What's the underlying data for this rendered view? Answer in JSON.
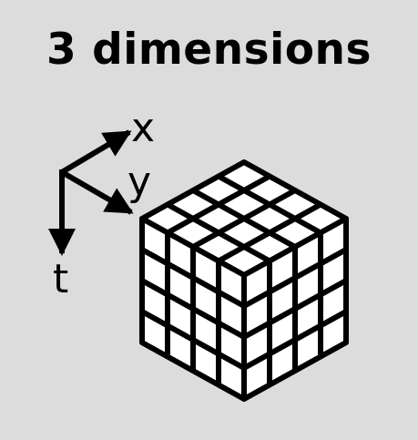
{
  "title": "3 dimensions",
  "axes": {
    "x_label": "x",
    "y_label": "y",
    "t_label": "t"
  },
  "cube": {
    "grid_divisions": 4
  },
  "colors": {
    "background": "#dcdcdc",
    "ink": "#000000",
    "cell_fill": "#ffffff"
  }
}
